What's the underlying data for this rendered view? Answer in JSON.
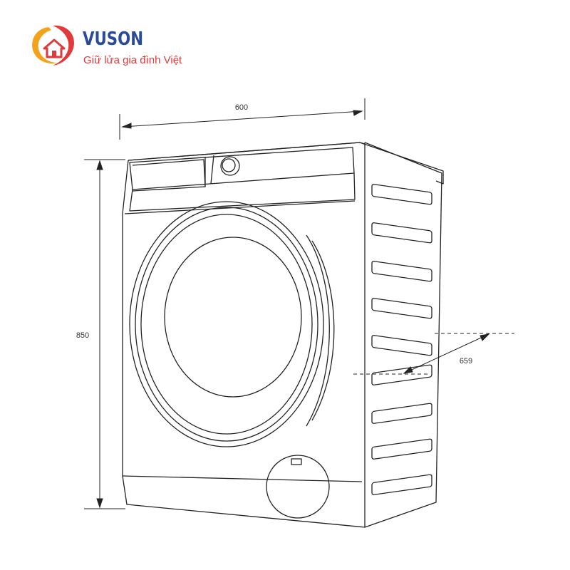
{
  "brand": {
    "name": "VUSON",
    "slogan": "Giữ lửa gia đình Việt",
    "colors": {
      "primary": "#2b4a9a",
      "accent": "#e03a3a",
      "orange": "#f3a31b"
    },
    "logo_icon": "house-swirl-logo"
  },
  "dimensions": {
    "width": "600",
    "height": "850",
    "depth": "659"
  },
  "drawing": {
    "line_color": "#222222",
    "side_vents": 9
  }
}
